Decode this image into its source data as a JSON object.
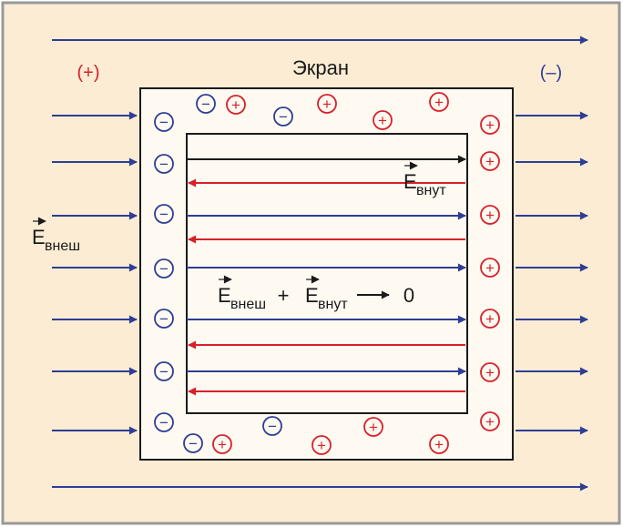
{
  "screen_label": "Экран",
  "left_polarity": "(+)",
  "right_polarity": "(–)",
  "e_symbol": "E",
  "external_subscript": "внеш",
  "internal_subscript": "внут",
  "equation_plus": "+",
  "equation_result": "0",
  "charge_minus_symbol": "−",
  "charge_plus_symbol": "+",
  "colors": {
    "background": "#fbecd3",
    "border": "#999999",
    "external_field": "#2e3d96",
    "induced_field": "#d8202a",
    "outline": "#1a1a1a",
    "negative_charge": "#2e3d96",
    "positive_charge": "#d8202a",
    "screen_fill": "#fefaf1"
  }
}
